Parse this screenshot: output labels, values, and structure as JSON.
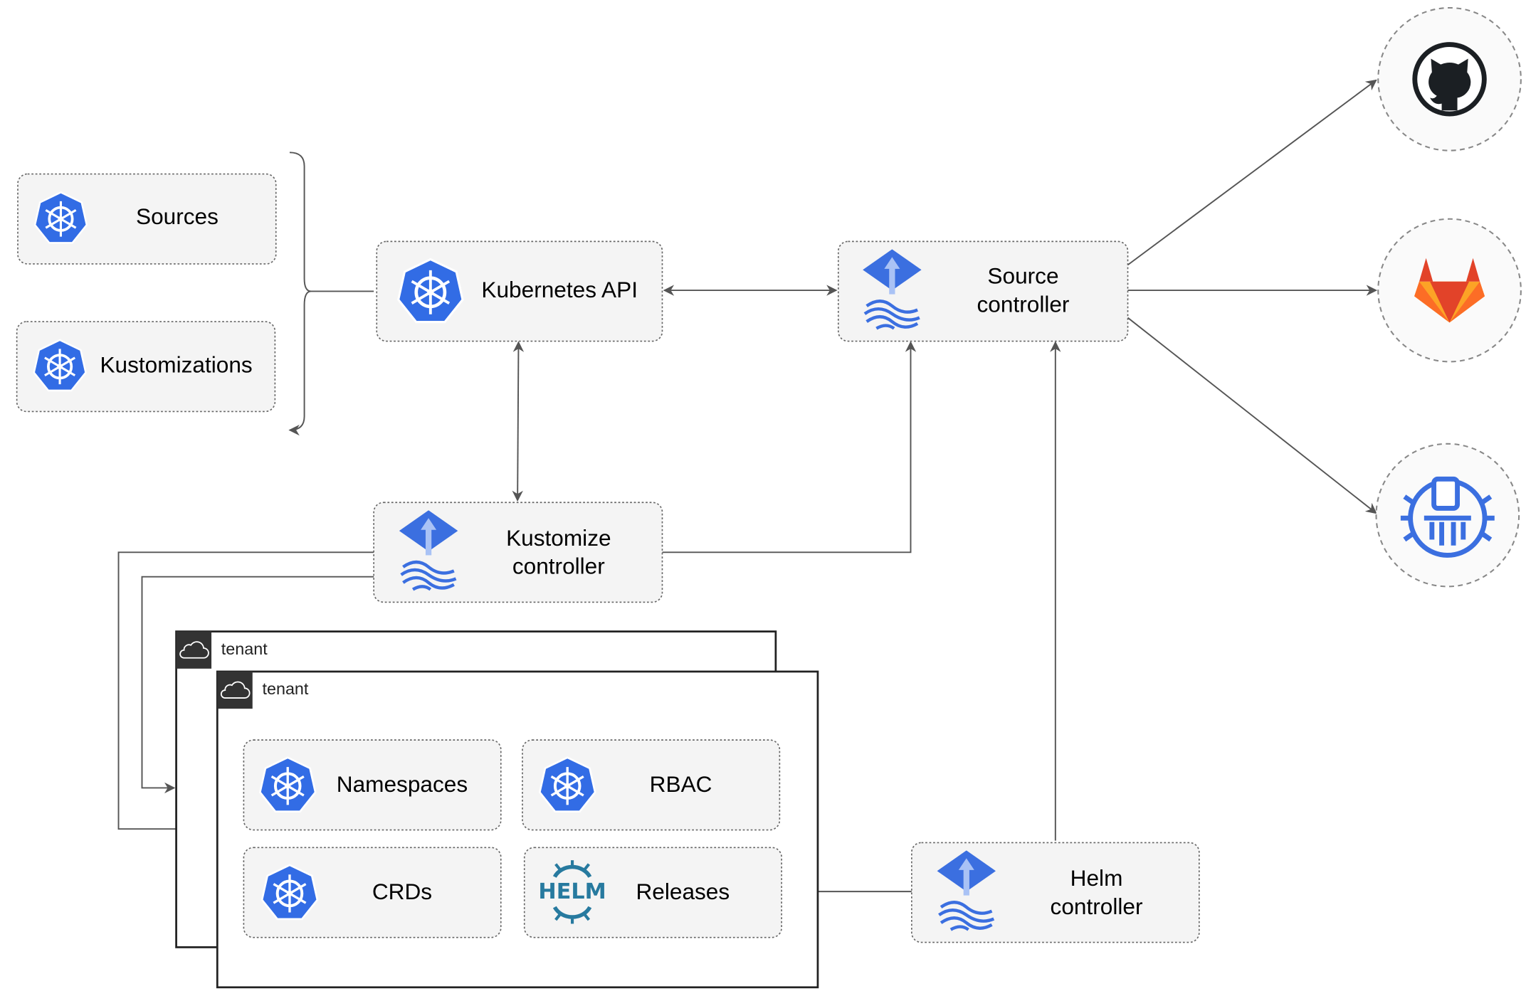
{
  "nodes": {
    "sources": "Sources",
    "kustomizations": "Kustomizations",
    "kubernetes_api": "Kubernetes API",
    "source_controller": [
      "Source",
      "controller"
    ],
    "kustomize_controller": [
      "Kustomize",
      "controller"
    ],
    "helm_controller": [
      "Helm",
      "controller"
    ],
    "namespaces": "Namespaces",
    "rbac": "RBAC",
    "crds": "CRDs",
    "releases": "Releases"
  },
  "tenants": [
    "tenant",
    "tenant"
  ],
  "helm_logo_text": "HELM",
  "external": [
    "github-icon",
    "gitlab-icon",
    "chartmuseum-icon"
  ],
  "colors": {
    "k8s_blue": "#326ce5",
    "flux_blue": "#3b6fe0",
    "helm_blue": "#277a9f",
    "gitlab_orange": "#e24329",
    "github_dark": "#1b1f23",
    "tenant_header": "#333333"
  }
}
